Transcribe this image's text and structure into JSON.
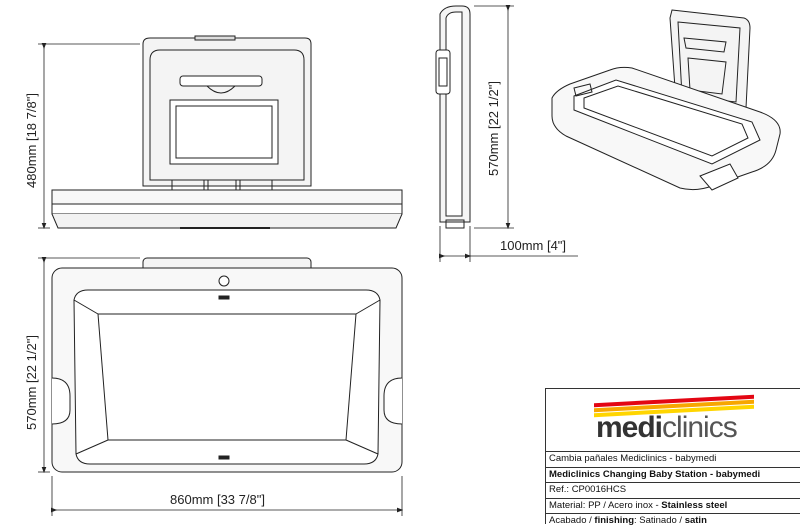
{
  "dimensions": {
    "front_height": "480mm [18 7/8\"]",
    "side_height": "570mm [22 1/2\"]",
    "side_depth": "100mm [4\"]",
    "top_depth": "570mm [22 1/2\"]",
    "top_width": "860mm [33 7/8\"]"
  },
  "title_block": {
    "logo_bold": "medi",
    "logo_light": "clinics",
    "logo_colors": [
      "#e30613",
      "#f7a600",
      "#ffd500"
    ],
    "row1": "Cambia pañales Mediclinics - babymedi",
    "row2": "Mediclinics Changing Baby Station - babymedi",
    "row3": "Ref.: CP0016HCS",
    "row4_a": "Material: PP / Acero inox - ",
    "row4_b": "Stainless steel",
    "row5_a": "Acabado / ",
    "row5_b": "finishing",
    "row5_c": ": Satinado / ",
    "row5_d": "satin"
  }
}
